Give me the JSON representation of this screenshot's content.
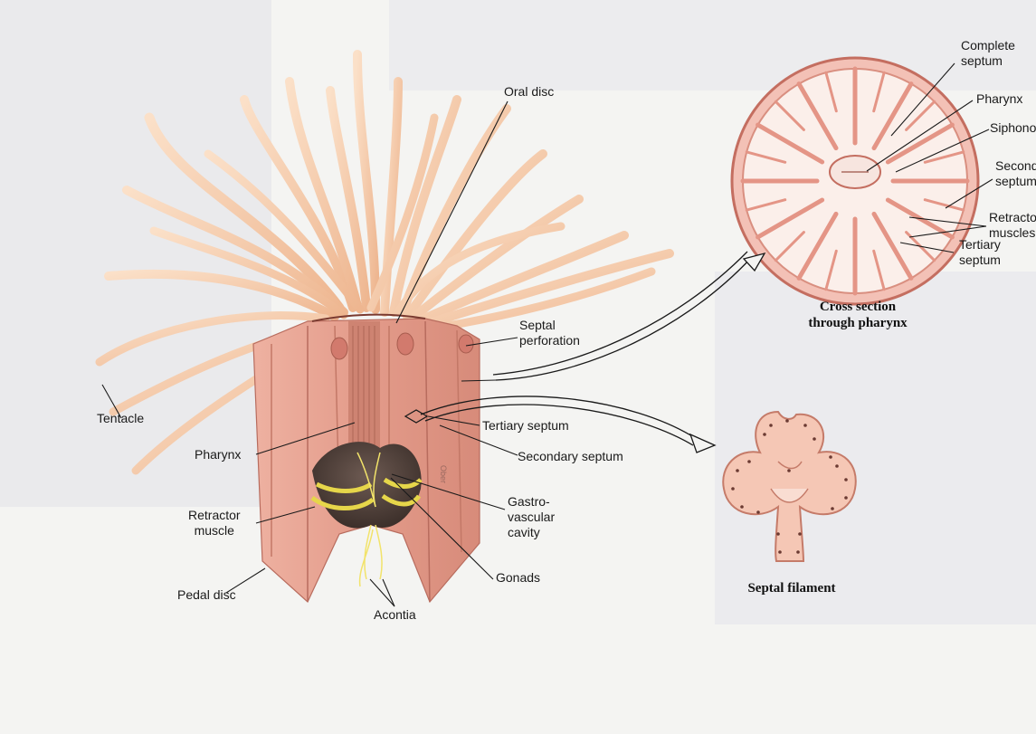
{
  "labels": {
    "oral_disc": "Oral disc",
    "septal_perforation": "Septal\nperforation",
    "tentacle": "Tentacle",
    "pharynx": "Pharynx",
    "tertiary_septum": "Tertiary septum",
    "secondary_septum": "Secondary septum",
    "gastrovascular_cavity": "Gastro-\nvascular\ncavity",
    "retractor_muscle": "Retractor\nmuscle",
    "pedal_disc": "Pedal disc",
    "gonads": "Gonads",
    "acontia": "Acontia"
  },
  "cross_section": {
    "caption": "Cross section\nthrough pharynx",
    "labels": {
      "complete_septum": "Complete\nseptum",
      "pharynx": "Pharynx",
      "siphonoglyph": "Siphonoglyph",
      "secondary_septum": "Secondary\nseptum",
      "retractor_muscles": "Retractor\nmuscles",
      "tertiary_septum": "Tertiary\nseptum"
    }
  },
  "septal_filament": {
    "caption": "Septal filament"
  },
  "signature": "Ober",
  "colors": {
    "tentacle": "#f3c9a6",
    "body_wall": "#e9a394",
    "body_shadow": "#c97a6c",
    "yellow": "#e6d64a",
    "line": "#1a1a1a"
  }
}
